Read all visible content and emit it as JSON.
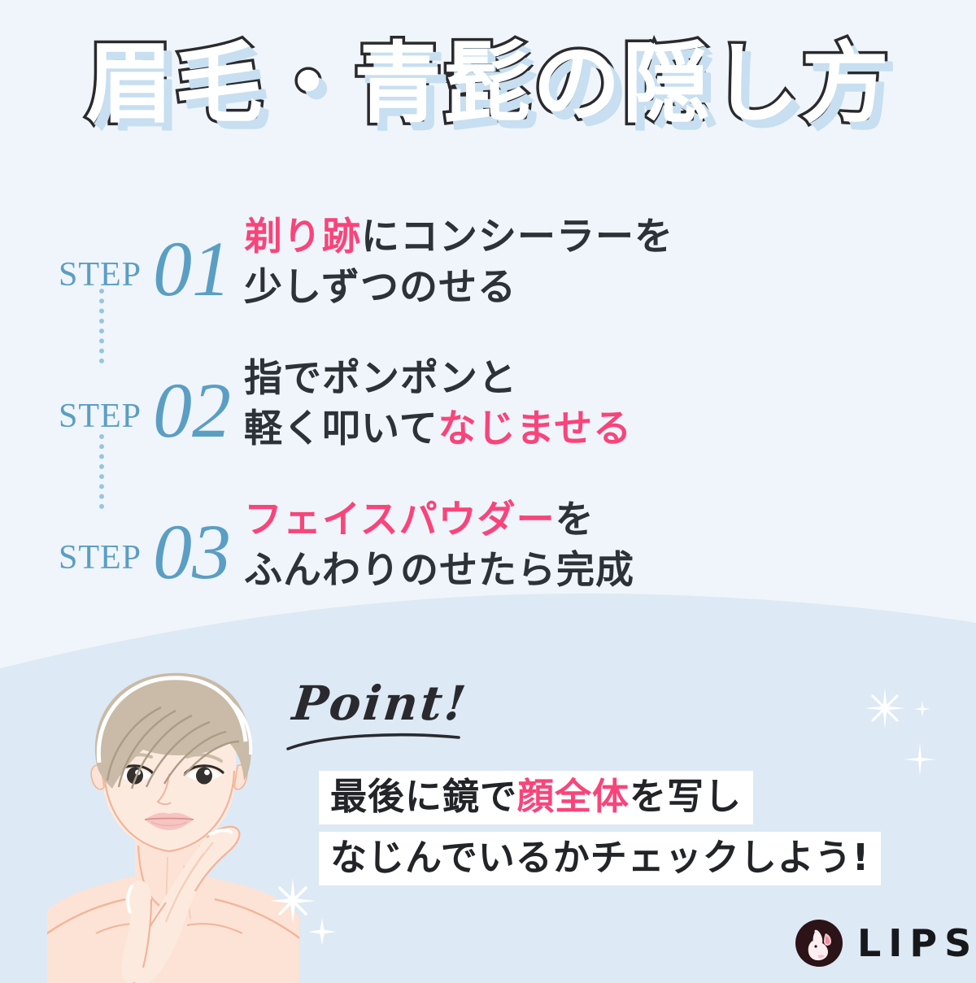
{
  "colors": {
    "bg_top": "#eff5fa",
    "bg_bottom": "#dde9f4",
    "accent_pink": "#f9447a",
    "accent_blue": "#5b9ec4",
    "text_dark": "#2d3238",
    "title_shadow": "#c7dff0",
    "title_outline": "#2a2a2e"
  },
  "title": "眉毛・青髭の隠し方",
  "steps": [
    {
      "word": "STEP",
      "number": "01",
      "line1_pink": "剃り跡",
      "line1_rest": "にコンシーラーを",
      "line2": "少しずつのせる"
    },
    {
      "word": "STEP",
      "number": "02",
      "line1_pink": "",
      "line1_rest": "指でポンポンと",
      "line2_plain": "軽く叩いて",
      "line2_pink": "なじませる"
    },
    {
      "word": "STEP",
      "number": "03",
      "line1_pink": "フェイスパウダー",
      "line1_rest": "を",
      "line2": "ふんわりのせたら完成"
    }
  ],
  "point": {
    "label": "Point!",
    "line1_a": "最後に鏡で",
    "line1_pink": "顔全体",
    "line1_b": "を写し",
    "line2": "なじんでいるかチェックしよう!"
  },
  "logo": {
    "text": "LIPS",
    "mark": "deer-head-icon"
  },
  "decorations": {
    "sparkles": "white-sparkle-icon",
    "illustration": "man-touching-chin-illustration"
  }
}
